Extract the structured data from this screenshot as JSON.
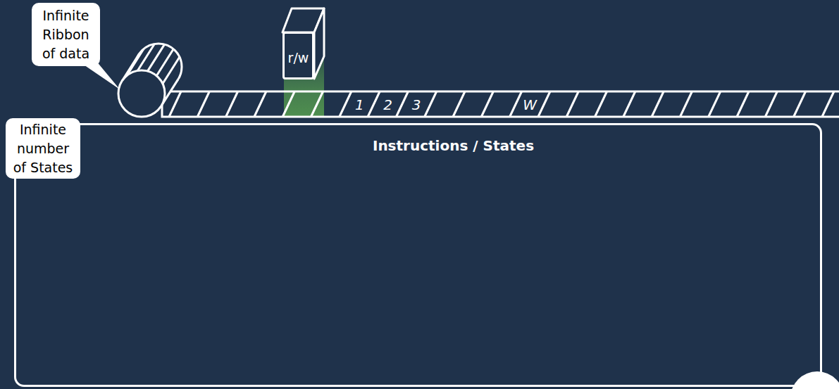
{
  "diagram": {
    "nodes": [
      {
        "text": [
          "Infinite Ribbon of data"
        ]
      },
      {
        "text": [
          "r/w"
        ]
      },
      {
        "text": [
          "Infinite number of States"
        ]
      },
      {
        "text": [
          "Instructions / States"
        ]
      }
    ],
    "labels": [
      "1",
      "2",
      "3",
      "W"
    ]
  }
}
